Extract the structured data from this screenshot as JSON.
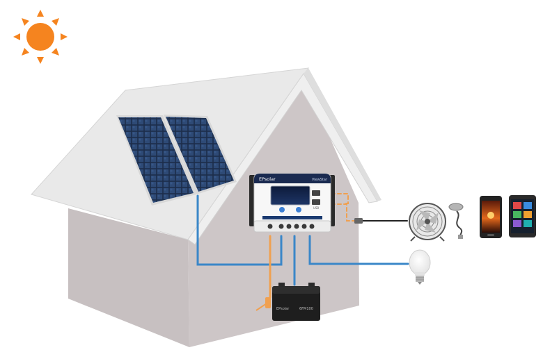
{
  "controller": {
    "brand": "EPsolar",
    "model": "ViewStar",
    "usb_label": "USB"
  },
  "battery": {
    "brand": "EPsolar",
    "model": "6FM100"
  },
  "colors": {
    "sun": "#f5841f",
    "wire_blue": "#3a87c8",
    "wire_orange": "#f0a050",
    "wall_front": "#cfc8c9",
    "wall_side": "#c7c0c1",
    "roof": "#e9e9e9"
  },
  "icons": [
    "sun-icon",
    "solar-panel-icon",
    "charge-controller-icon",
    "battery-icon",
    "fan-icon",
    "usb-lamp-icon",
    "smartphone-icon",
    "tablet-icon",
    "light-bulb-icon"
  ]
}
